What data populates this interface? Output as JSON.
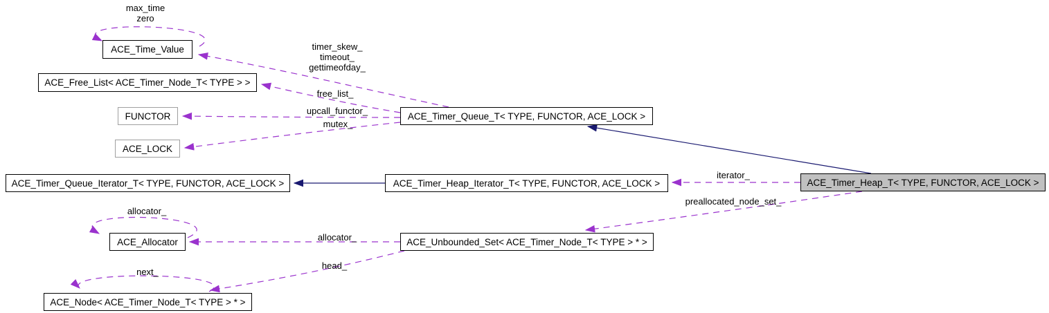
{
  "diagram": {
    "type": "collaboration-graph",
    "colors": {
      "usage_edge": "#9a32cd",
      "inheritance_edge": "#191970",
      "highlight_node_fill": "#c0c0c0",
      "node_border": "#000000",
      "external_node_border": "#9f9f9f",
      "background": "#ffffff"
    },
    "nodes": [
      {
        "id": "ace-time-value",
        "label": "ACE_Time_Value"
      },
      {
        "id": "ace-free-list",
        "label": "ACE_Free_List< ACE_Timer_Node_T< TYPE > >"
      },
      {
        "id": "functor",
        "label": "FUNCTOR"
      },
      {
        "id": "ace-lock",
        "label": "ACE_LOCK"
      },
      {
        "id": "ace-timer-queue-t",
        "label": "ACE_Timer_Queue_T< TYPE, FUNCTOR, ACE_LOCK >"
      },
      {
        "id": "ace-timer-queue-iterator-t",
        "label": "ACE_Timer_Queue_Iterator_T< TYPE, FUNCTOR, ACE_LOCK >"
      },
      {
        "id": "ace-timer-heap-iterator-t",
        "label": "ACE_Timer_Heap_Iterator_T< TYPE, FUNCTOR, ACE_LOCK >"
      },
      {
        "id": "ace-timer-heap-t",
        "label": "ACE_Timer_Heap_T< TYPE, FUNCTOR, ACE_LOCK >"
      },
      {
        "id": "ace-allocator",
        "label": "ACE_Allocator"
      },
      {
        "id": "ace-unbounded-set",
        "label": "ACE_Unbounded_Set< ACE_Timer_Node_T< TYPE > * >"
      },
      {
        "id": "ace-node",
        "label": "ACE_Node< ACE_Timer_Node_T< TYPE > * >"
      }
    ],
    "edges": [
      {
        "from": "ace-time-value",
        "to": "ace-time-value",
        "type": "usage",
        "label": "max_time\nzero"
      },
      {
        "from": "ace-timer-queue-t",
        "to": "ace-time-value",
        "type": "usage",
        "label": "timer_skew_\ntimeout_\ngettimeofday_"
      },
      {
        "from": "ace-timer-queue-t",
        "to": "ace-free-list",
        "type": "usage",
        "label": "free_list_"
      },
      {
        "from": "ace-timer-queue-t",
        "to": "functor",
        "type": "usage",
        "label": "upcall_functor_"
      },
      {
        "from": "ace-timer-queue-t",
        "to": "ace-lock",
        "type": "usage",
        "label": "mutex_"
      },
      {
        "from": "ace-timer-heap-t",
        "to": "ace-timer-queue-t",
        "type": "inheritance",
        "label": ""
      },
      {
        "from": "ace-timer-heap-iterator-t",
        "to": "ace-timer-queue-iterator-t",
        "type": "inheritance",
        "label": ""
      },
      {
        "from": "ace-timer-heap-t",
        "to": "ace-timer-heap-iterator-t",
        "type": "usage",
        "label": "iterator_"
      },
      {
        "from": "ace-timer-heap-t",
        "to": "ace-unbounded-set",
        "type": "usage",
        "label": "preallocated_node_set_"
      },
      {
        "from": "ace-unbounded-set",
        "to": "ace-allocator",
        "type": "usage",
        "label": "allocator_"
      },
      {
        "from": "ace-allocator",
        "to": "ace-allocator",
        "type": "usage",
        "label": "allocator_"
      },
      {
        "from": "ace-unbounded-set",
        "to": "ace-node",
        "type": "usage",
        "label": "head_"
      },
      {
        "from": "ace-node",
        "to": "ace-node",
        "type": "usage",
        "label": "next_"
      }
    ]
  }
}
